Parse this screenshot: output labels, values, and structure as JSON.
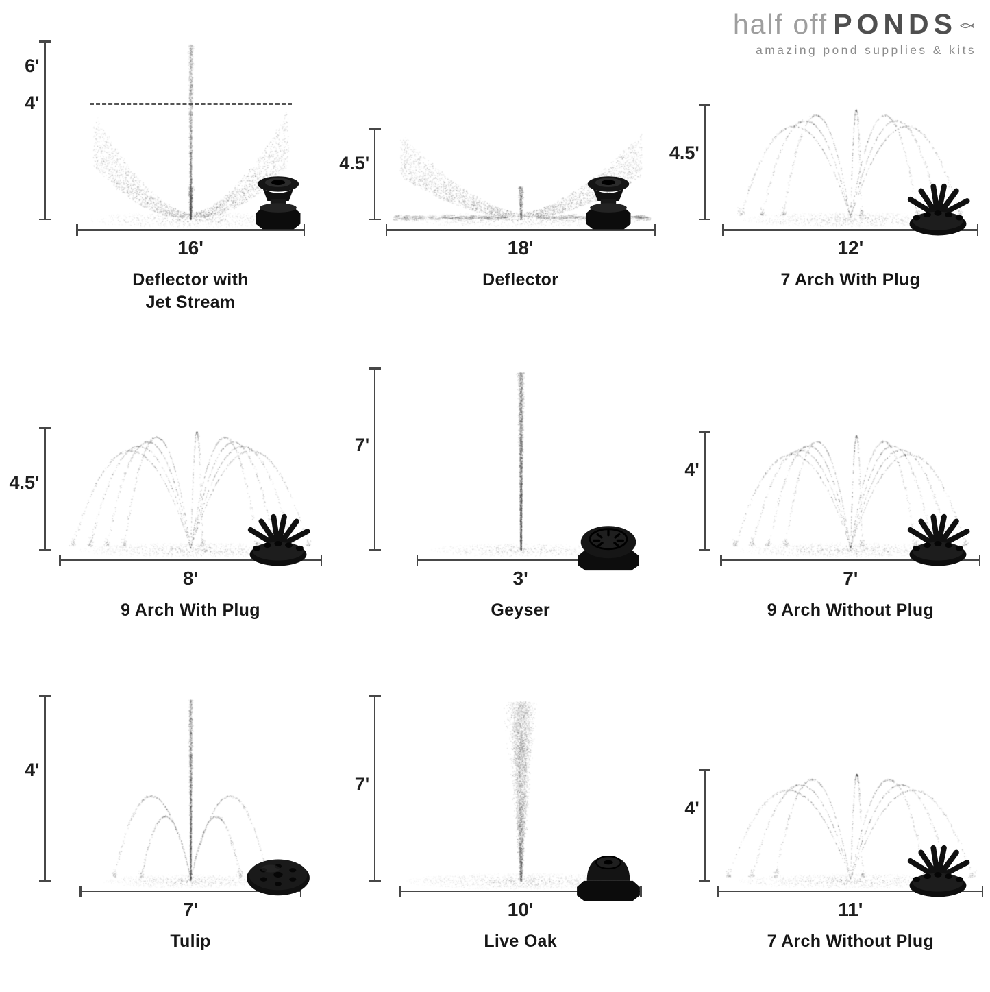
{
  "logo": {
    "brand_light": "half off",
    "brand_bold": "PONDS",
    "tagline": "amazing pond supplies & kits"
  },
  "colors": {
    "background": "#ffffff",
    "spray_dots": "#3a3a3a",
    "dimension_lines": "#474747",
    "label_text": "#1f1f1f",
    "logo_light_gray": "#9e9e9e",
    "logo_dark_gray": "#4f4f4f",
    "nozzle_black": "#101010"
  },
  "cells": [
    {
      "name": "Deflector with\nJet Stream",
      "height": "6'",
      "height2": "4'",
      "width": "16'",
      "pattern": "deflector-with-jet",
      "nozzle": "deflector-nozzle"
    },
    {
      "name": "Deflector",
      "height": "4.5'",
      "width": "18'",
      "pattern": "deflector",
      "nozzle": "deflector-nozzle"
    },
    {
      "name": "7 Arch With Plug",
      "height": "4.5'",
      "width": "12'",
      "pattern": "arch",
      "arcs": 7,
      "nozzle": "multi-jet-nozzle"
    },
    {
      "name": "9 Arch With Plug",
      "height": "4.5'",
      "width": "8'",
      "pattern": "arch",
      "arcs": 9,
      "nozzle": "multi-jet-nozzle"
    },
    {
      "name": "Geyser",
      "height": "7'",
      "width": "3'",
      "pattern": "geyser",
      "nozzle": "geyser-nozzle"
    },
    {
      "name": "9 Arch Without Plug",
      "height": "4'",
      "width": "7'",
      "pattern": "arch",
      "arcs": 9,
      "nozzle": "multi-jet-nozzle"
    },
    {
      "name": "Tulip",
      "height": "4'",
      "width": "7'",
      "pattern": "tulip",
      "nozzle": "disc-jet-nozzle"
    },
    {
      "name": "Live Oak",
      "height": "7'",
      "width": "10'",
      "pattern": "live-oak",
      "nozzle": "dome-nozzle"
    },
    {
      "name": "7 Arch Without Plug",
      "height": "4'",
      "width": "11'",
      "pattern": "arch",
      "arcs": 7,
      "nozzle": "multi-jet-nozzle"
    }
  ]
}
